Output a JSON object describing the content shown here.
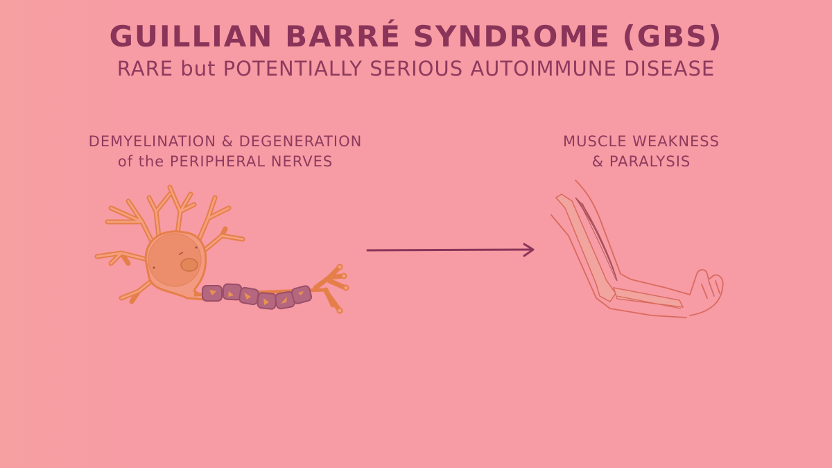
{
  "slide": {
    "title": "GUILLIAN BARRÉ SYNDROME (GBS)",
    "subtitle": "RARE but POTENTIALLY SERIOUS AUTOIMMUNE DISEASE",
    "left_panel": {
      "label_line1": "DEMYELINATION & DEGENERATION",
      "label_line2": "of the PERIPHERAL NERVES",
      "illustration": "neuron-with-damaged-myelin-icon"
    },
    "arrow": "right-arrow-icon",
    "right_panel": {
      "label_line1": "MUSCLE WEAKNESS",
      "label_line2": "& PARALYSIS",
      "illustration": "arm-muscle-icon"
    }
  },
  "colors": {
    "background": "#F79BA4",
    "text": "#8A3459",
    "neuron_fill": "#F0906E",
    "neuron_stroke": "#E57F4A",
    "myelin_fill": "#B5677F",
    "arm_stroke": "#D96A5E"
  }
}
